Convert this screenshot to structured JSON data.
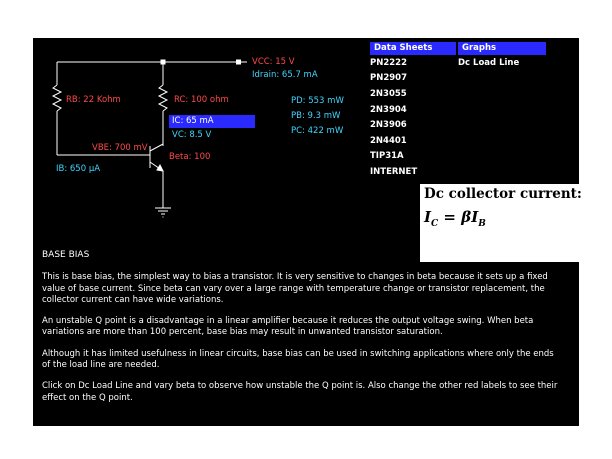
{
  "circuit": {
    "vcc": "VCC: 15 V",
    "idrain": "Idrain: 65.7 mA",
    "rb": "RB: 22 Kohm",
    "rc": "RC: 100 ohm",
    "ic": "IC: 65 mA",
    "vc": "VC: 8.5 V",
    "vbe": "VBE: 700 mV",
    "beta": "Beta: 100",
    "ib": "IB: 650 µA",
    "pd": "PD: 553 mW",
    "pb": "PB: 9.3 mW",
    "pc": "PC: 422 mW"
  },
  "datasheets": {
    "header": "Data Sheets",
    "items": [
      "PN2222",
      "PN2907",
      "2N3055",
      "2N3904",
      "2N3906",
      "2N4401",
      "TIP31A",
      "INTERNET"
    ]
  },
  "graphs": {
    "header": "Graphs",
    "items": [
      "Dc Load Line"
    ]
  },
  "formula": {
    "title": "Dc collector current:",
    "lhs": "I",
    "lhs_sub": "C",
    "eq": " = ",
    "beta": "β",
    "rhs": "I",
    "rhs_sub": "B"
  },
  "description": {
    "title": "BASE BIAS",
    "p1": "This is base bias, the simplest way to bias a transistor. It is very sensitive to changes in beta because it sets up a fixed value of base current. Since beta can vary over a large range with temperature change or transistor replacement, the collector current can have wide variations.",
    "p2": "An unstable Q point is a disadvantage in a linear amplifier because it reduces the output voltage swing. When beta variations are more than 100 percent, base bias may result in unwanted transistor saturation.",
    "p3": "Although it has limited usefulness in linear circuits, base bias can be used in switching applications where only the ends of the load line are needed.",
    "p4": "Click on Dc Load Line and vary beta to observe how unstable the Q point is. Also change the other red labels to see their effect on the Q point."
  },
  "colors": {
    "background": "#000000",
    "value_red": "#ff4a4a",
    "value_cyan": "#3fd6ff",
    "highlight_blue": "#2a2aff"
  }
}
